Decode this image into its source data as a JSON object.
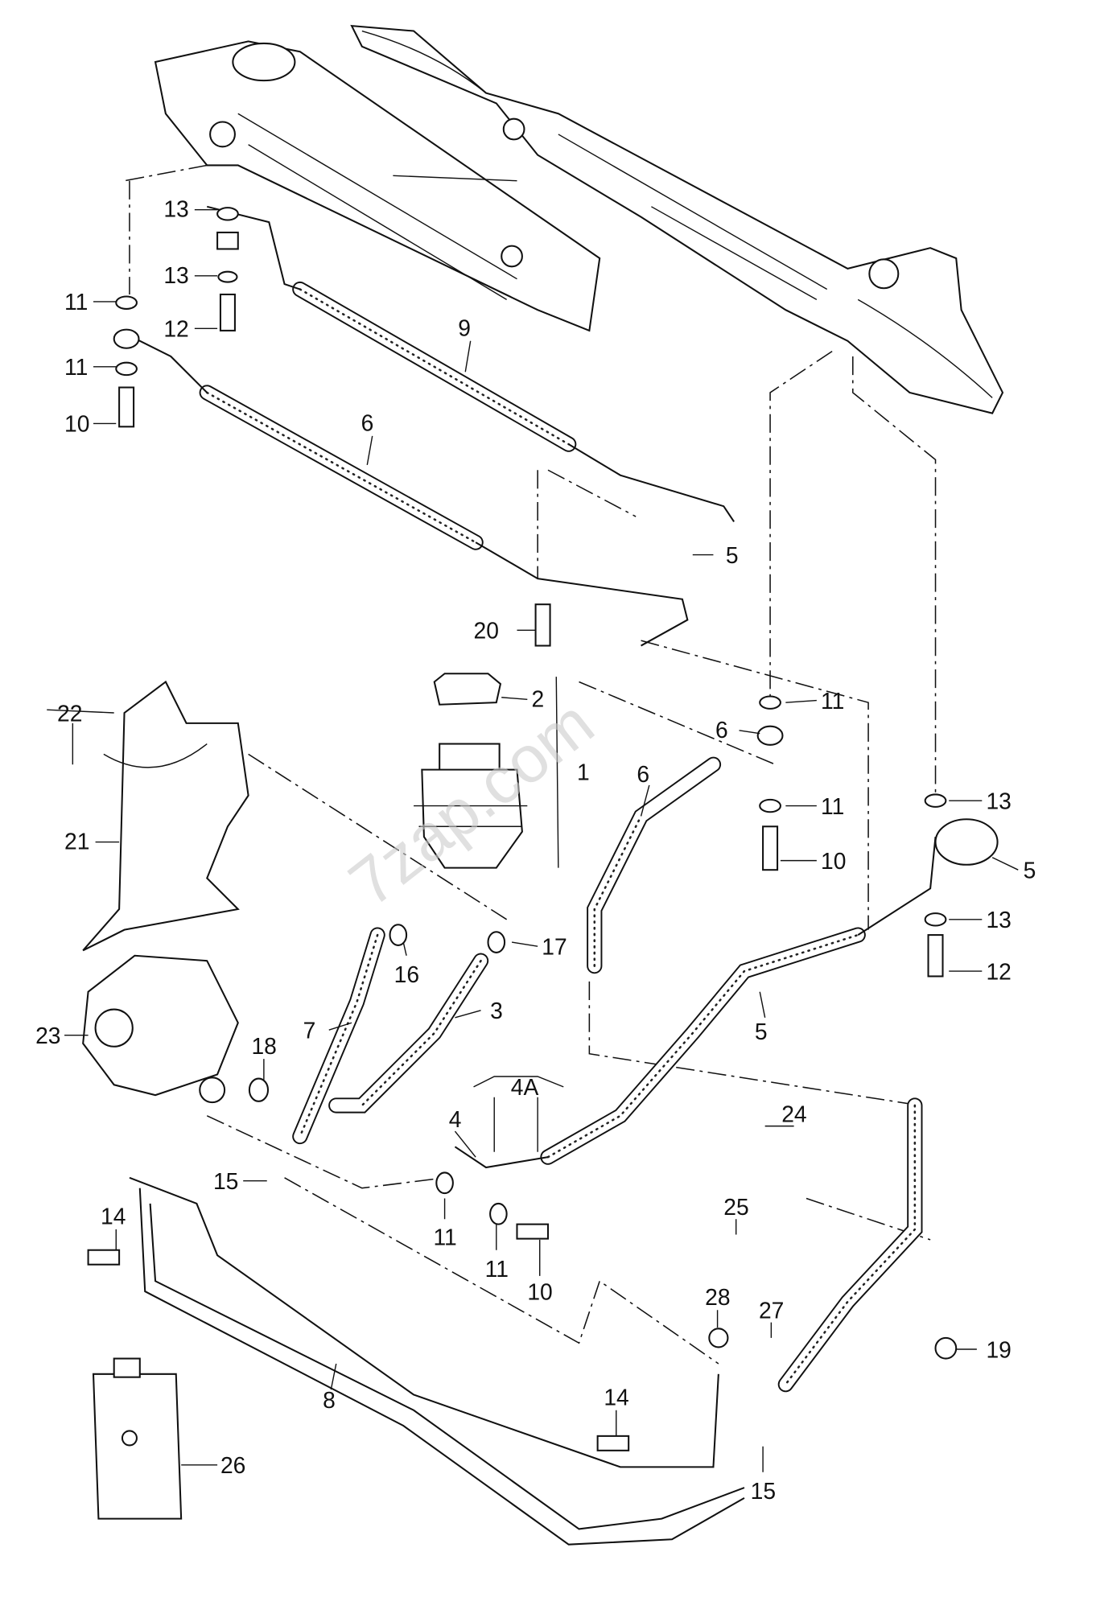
{
  "watermark": "7zap.com",
  "callouts": [
    "13",
    "13",
    "11",
    "12",
    "11",
    "10",
    "9",
    "6",
    "5",
    "20",
    "2",
    "1",
    "22",
    "21",
    "11",
    "6",
    "11",
    "13",
    "10",
    "5",
    "6",
    "13",
    "12",
    "17",
    "16",
    "3",
    "7",
    "23",
    "18",
    "5",
    "4A",
    "4",
    "24",
    "15",
    "14",
    "11",
    "11",
    "10",
    "25",
    "28",
    "27",
    "19",
    "8",
    "14",
    "15",
    "26"
  ]
}
